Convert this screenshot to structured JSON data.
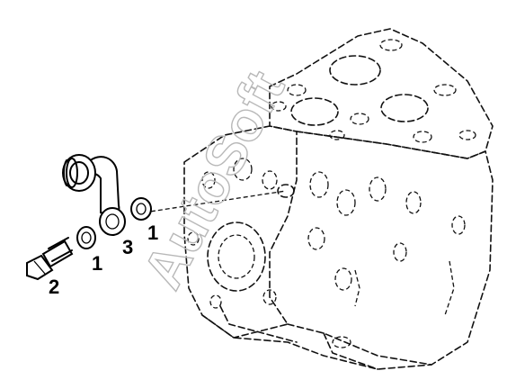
{
  "diagram": {
    "callouts": [
      {
        "id": "washer-left",
        "text": "1"
      },
      {
        "id": "bolt",
        "text": "2"
      },
      {
        "id": "pipe",
        "text": "3"
      },
      {
        "id": "washer-right",
        "text": "1"
      }
    ]
  },
  "watermark": {
    "text": "AutoSoft"
  },
  "colors": {
    "line": "#000000",
    "watermark": "#b8b8b8",
    "background": "#ffffff"
  }
}
